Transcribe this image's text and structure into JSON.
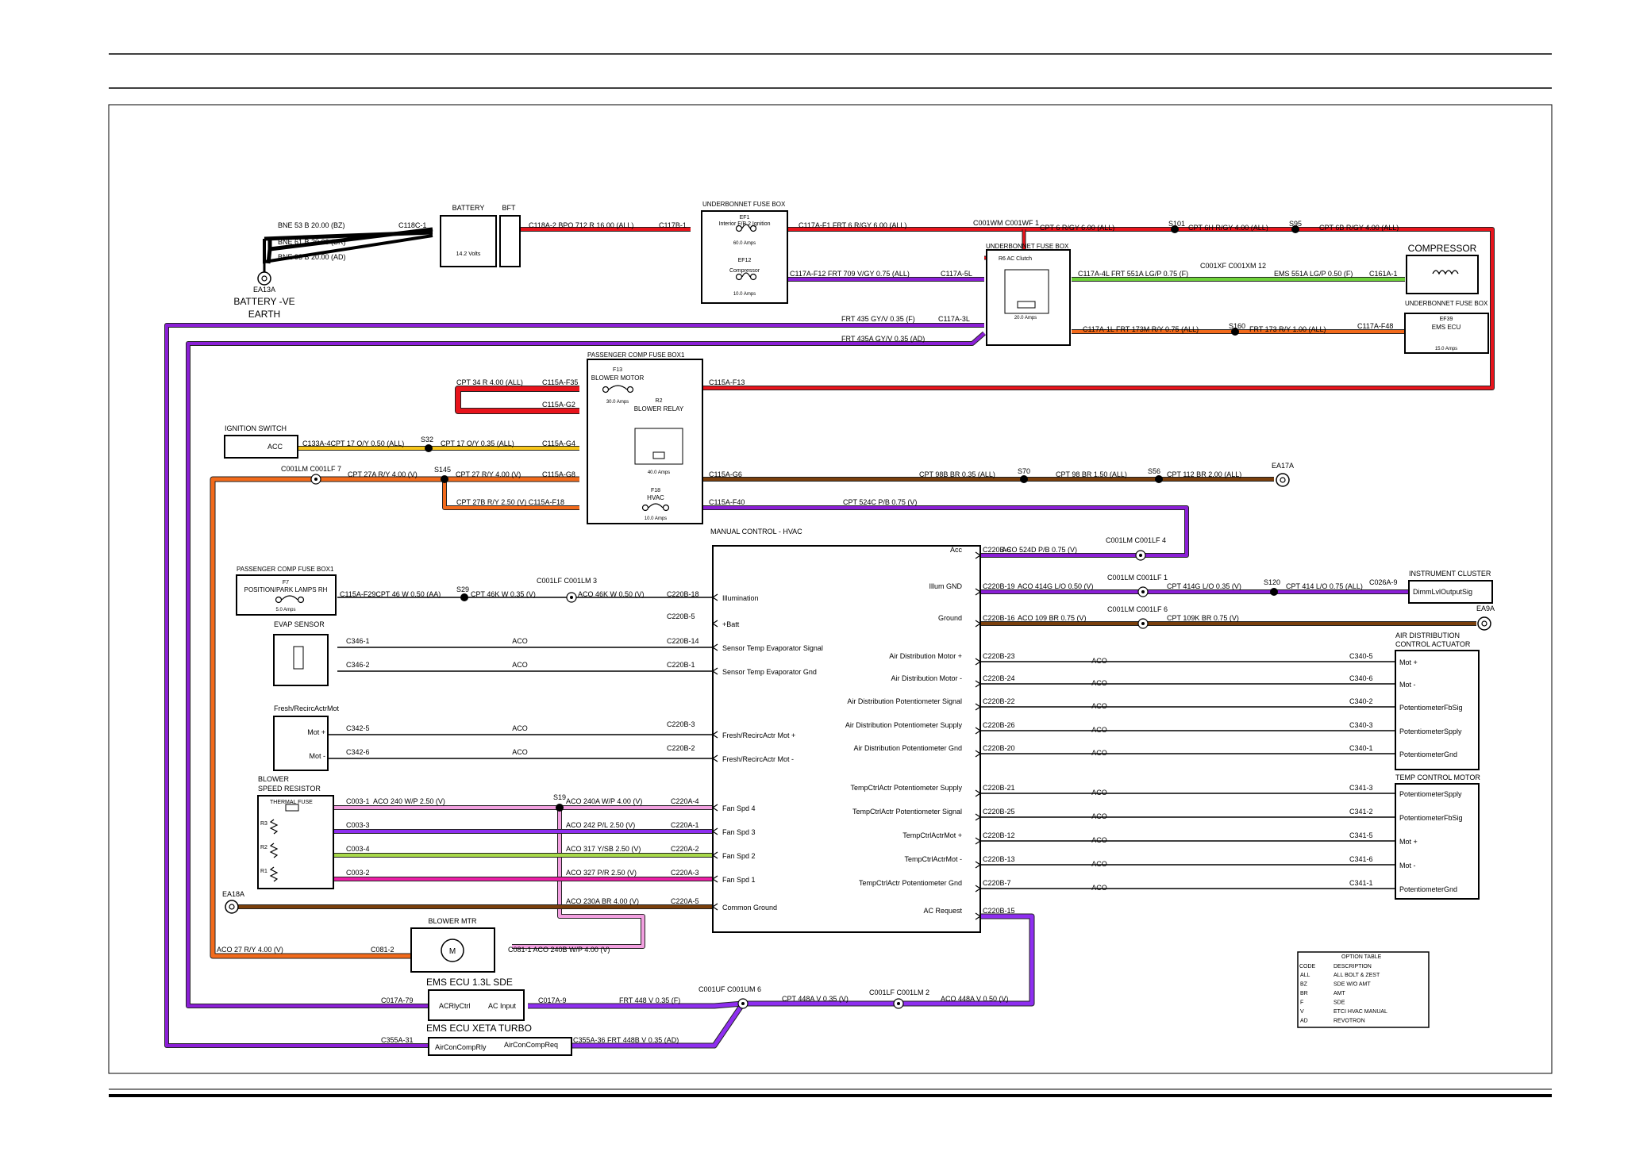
{
  "diagram_data": {
    "colors": {
      "red": "#e8141c",
      "purple": "#8b1fd6",
      "violet": "#8e2ef0",
      "green": "#6fd23a",
      "orange": "#f26a1b",
      "brown": "#7a3f0c",
      "yellow": "#f7c61a",
      "pink": "#f2a0e0",
      "magenta": "#ec1fa6",
      "lime": "#a8d94a",
      "black": "#000000"
    },
    "components": {
      "battery": "BATTERY",
      "battery_volts": "14.2 Volts",
      "bft": "BFT",
      "earth_ea13a": "EA13A",
      "earth_caption_1": "BATTERY -VE",
      "earth_caption_2": "EARTH",
      "ub_fuse_box_1": "UNDERBONNET FUSE BOX",
      "ef1": "EF1",
      "ef1_name": "Interior F/B 2 Ignition",
      "ef1_amps": "60.0 Amps",
      "ef12": "EF12",
      "ef12_name": "Compressor",
      "ef12_amps": "10.0 Amps",
      "ub_fuse_box_2": "UNDERBONNET FUSE BOX",
      "r6_ac_clutch": "R6 AC Clutch",
      "r6_amps": "20.0 Amps",
      "compressor": "COMPRESSOR",
      "ub_fuse_box_3": "UNDERBONNET FUSE BOX",
      "ef39": "EF39",
      "ems_ecu": "EMS ECU",
      "ef39_amps": "15.0 Amps",
      "pcfb1": "PASSENGER COMP FUSE BOX1",
      "f13": "F13",
      "blower_motor": "BLOWER MOTOR",
      "f13_amps": "30.0 Amps",
      "r2": "R2",
      "blower_relay": "BLOWER RELAY",
      "r2_amps": "40.0 Amps",
      "f18": "F18",
      "hvac": "HVAC",
      "f18_amps": "10.0 Amps",
      "ignition_switch": "IGNITION SWITCH",
      "acc": "ACC",
      "ea17a": "EA17A",
      "manual_control": "MANUAL CONTROL - HVAC",
      "pcfb1_b": "PASSENGER COMP FUSE BOX1",
      "f7": "F7",
      "pos_park": "POSITION/PARK LAMPS RH",
      "f7_amps": "5.0 Amps",
      "evap_sensor": "EVAP SENSOR",
      "fresh_recirc": "Fresh/RecircActrMot",
      "mot_plus": "Mot +",
      "mot_minus": "Mot -",
      "blower_sr_1": "BLOWER",
      "blower_sr_2": "SPEED RESISTOR",
      "thermal_fuse": "THERMAL FUSE",
      "r3": "R3",
      "r2b": "R2",
      "r1": "R1",
      "ea18a": "EA18A",
      "blower_mtr": "BLOWER MTR",
      "motor_m": "M",
      "ems_13": "EMS ECU 1.3L SDE",
      "acrlyctrl": "ACRlyCtrl",
      "ac_input": "AC Input",
      "ems_xeta": "EMS ECU XETA TURBO",
      "aircon_rly": "AirConCompRly",
      "aircon_req": "AirConCompReq",
      "instrument_cluster": "INSTRUMENT CLUSTER",
      "dimm": "DimmLvlOutputSig",
      "ea9a": "EA9A",
      "adca_1": "AIR DISTRIBUTION",
      "adca_2": "CONTROL ACTUATOR",
      "temp_motor": "TEMP CONTROL MOTOR"
    },
    "mc_left_pins": [
      "Illumination",
      "+Batt",
      "Sensor Temp Evaporator Signal",
      "Sensor Temp Evaporator Gnd",
      "Fresh/RecircActr Mot  +",
      "Fresh/RecircActr Mot  -",
      "Fan Spd 4",
      "Fan Spd 3",
      "Fan Spd 2",
      "Fan Spd 1",
      "Common Ground"
    ],
    "mc_right_pins": [
      "Acc",
      "Illum GND",
      "Ground",
      "Air Distribution Motor +",
      "Air Distribution Motor -",
      "Air Distribution Potentiometer Signal",
      "Air Distribution Potentiometer Supply",
      "Air Distribution Potentiometer Gnd",
      "TempCtrlActr Potentiometer Supply",
      "TempCtrlActr Potentiometer Signal",
      "TempCtrlActrMot +",
      "TempCtrlActrMot -",
      "TempCtrlActr Potentiometer Gnd",
      "AC Request"
    ],
    "adca_pins": [
      "Mot +",
      "Mot -",
      "PotentiometerFbSig",
      "PotentiometerSpply",
      "PotentiometerGnd"
    ],
    "temp_pins": [
      "PotentiometerSpply",
      "PotentiometerFbSig",
      "Mot +",
      "Mot -",
      "PotentiometerGnd"
    ],
    "wire_labels": {
      "bne53": "BNE  53 B 20.00 (BZ)",
      "bne61": "BNE  61 B 20.00 (BR)",
      "bne93": "BNE  93 B 20.00 (AD)",
      "c118c1": "C118C-1",
      "c118a2": "C118A-2  BPO  712 R 16.00 (ALL)",
      "c117b1": "C117B-1",
      "c117af1": "C117A-F1  FRT  6 R/GY 6.00 (ALL)",
      "c001wm": "C001WM C001WF 1",
      "cpt6": "CPT  6 R/GY 6.00 (ALL)",
      "s101": "S101",
      "cpt6h": "CPT  6H R/GY 4.00 (ALL)",
      "s95": "S95",
      "cpt6b": "CPT  6B R/GY 4.00 (ALL)",
      "c117af12": "C117A-F12  FRT  709 V/GY 0.75 (ALL)",
      "c117a5l": "C117A-5L",
      "c117a4l": "C117A-4L  FRT  551A LG/P 0.75 (F)",
      "c001xf": "C001XF C001XM 12",
      "ems551": "EMS  551A LG/P 0.50 (F)",
      "c161a1": "C161A-1",
      "frt435": "FRT  435 GY/V 0.35 (F)",
      "c117a3l": "C117A-3L",
      "frt435a": "FRT  435A GY/V 0.35 (AD)",
      "c117a1l": "C117A-1L  FRT  173M R/Y 0.75 (ALL)",
      "s160": "S160",
      "frt173": "FRT  173 R/Y 1.00 (ALL)",
      "c117af48": "C117A-F48",
      "cpt34": "CPT  34 R 4.00 (ALL)",
      "c115af35": "C115A-F35",
      "c115af13": "C115A-F13",
      "c115ag2": "C115A-G2",
      "c133a4": "C133A-4CPT  17 O/Y 0.50 (ALL)",
      "s32": "S32",
      "cpt17": "CPT  17 O/Y 0.35 (ALL)",
      "c115ag4": "C115A-G4",
      "c001lm7": "C001LM C001LF 7",
      "cpt27a": "CPT  27A R/Y 4.00 (V)",
      "s145": "S145",
      "cpt27": "CPT  27 R/Y 4.00 (V)",
      "c115ag8": "C115A-G8",
      "c115ag6": "C115A-G6",
      "cpt98b": "CPT  98B BR 0.35 (ALL)",
      "s70": "S70",
      "cpt98": "CPT  98 BR 1.50 (ALL)",
      "s56": "S56",
      "cpt112": "CPT  112 BR 2.00 (ALL)",
      "cpt27b": "CPT  27B R/Y 2.50 (V) C115A-F18",
      "c115af40": "C115A-F40",
      "cpt524c": "CPT  524C P/B 0.75 (V)",
      "c220b6": "C220B-6",
      "aco524d": "ACO  524D P/B 0.75 (V)",
      "c001lm4": "C001LM C001LF 4",
      "c115af29": "C115A-F29CPT  46 W 0.50 (AA)",
      "s29": "S29",
      "cpt46k": "CPT  46K W 0.35 (V)",
      "c001lf3": "C001LF C001LM 3",
      "aco46k": "ACO  46K W 0.50 (V)",
      "c220b18": "C220B-18",
      "c220b5": "C220B-5",
      "c220b19": "C220B-19",
      "aco414g": "ACO  414G L/O 0.50 (V)",
      "c001lm1": "C001LM C001LF 1",
      "cpt414g": "CPT  414G L/O 0.35 (V)",
      "s120": "S120",
      "cpt414": "CPT  414 L/O 0.75 (ALL)",
      "c026a9": "C026A-9",
      "c220b16": "C220B-16",
      "aco109b": "ACO  109 BR 0.75 (V)",
      "c001lm6": "C001LM C001LF 6",
      "cpt109k": "CPT  109K BR 0.75 (V)",
      "c346_1": "C346-1",
      "c346_2": "C346-2",
      "aco": "ACO",
      "c220b14": "C220B-14",
      "c220b1": "C220B-1",
      "c342_5": "C342-5",
      "c342_6": "C342-6",
      "c220b3": "C220B-3",
      "c220b2": "C220B-2",
      "c003_1": "C003-1",
      "aco240": "ACO   240 W/P 2.50 (V)",
      "s19": "S19",
      "aco240a": "ACO   240A W/P 4.00 (V)",
      "c220a4": "C220A-4",
      "c003_3": "C003-3",
      "aco242": "ACO   242 P/L 2.50 (V)",
      "c220a1": "C220A-1",
      "c003_4": "C003-4",
      "aco317": "ACO   317 Y/SB 2.50 (V)",
      "c220a2": "C220A-2",
      "c003_2": "C003-2",
      "aco327": "ACO   327 P/R 2.50 (V)",
      "c220a3": "C220A-3",
      "aco230a": "ACO   230A BR 4.00 (V)",
      "c220a5": "C220A-5",
      "aco27": "ACO   27 R/Y 4.00 (V)",
      "c081_2": "C081-2",
      "c081_1": "C081-1  ACO   240B W/P 4.00 (V)",
      "c017a79": "C017A-79",
      "c017a9": "C017A-9",
      "frt448": "FRT  448 V 0.35 (F)",
      "c001uf": "C001UF C001UM 6",
      "cpt448a": "CPT  448A V 0.35 (V)",
      "c001lf2": "C001LF C001LM 2",
      "aco448a": "ACO  448A V 0.50 (V)",
      "c355a31": "C355A-31",
      "c355a36": "C355A-36  FRT  448B V 0.35 (AD)",
      "c220b23": "C220B-23",
      "c220b24": "C220B-24",
      "c220b22": "C220B-22",
      "c220b26": "C220B-26",
      "c220b20": "C220B-20",
      "c220b21": "C220B-21",
      "c220b25": "C220B-25",
      "c220b12": "C220B-12",
      "c220b13": "C220B-13",
      "c220b7": "C220B-7",
      "c220b15": "C220B-15",
      "c340_5": "C340-5",
      "c340_6": "C340-6",
      "c340_2": "C340-2",
      "c340_3": "C340-3",
      "c340_1": "C340-1",
      "c341_3": "C341-3",
      "c341_2": "C341-2",
      "c341_5": "C341-5",
      "c341_6": "C341-6",
      "c341_1": "C341-1"
    },
    "option_table": {
      "title": "OPTION TABLE",
      "header": [
        "CODE",
        "DESCRIPTION"
      ],
      "rows": [
        [
          "ALL",
          "ALL BOLT & ZEST"
        ],
        [
          "BZ",
          "SDE W/O AMT"
        ],
        [
          "BR",
          "AMT"
        ],
        [
          "F",
          "SDE"
        ],
        [
          "V",
          "ETCI HVAC MANUAL"
        ],
        [
          "AD",
          "REVOTRON"
        ]
      ]
    }
  }
}
